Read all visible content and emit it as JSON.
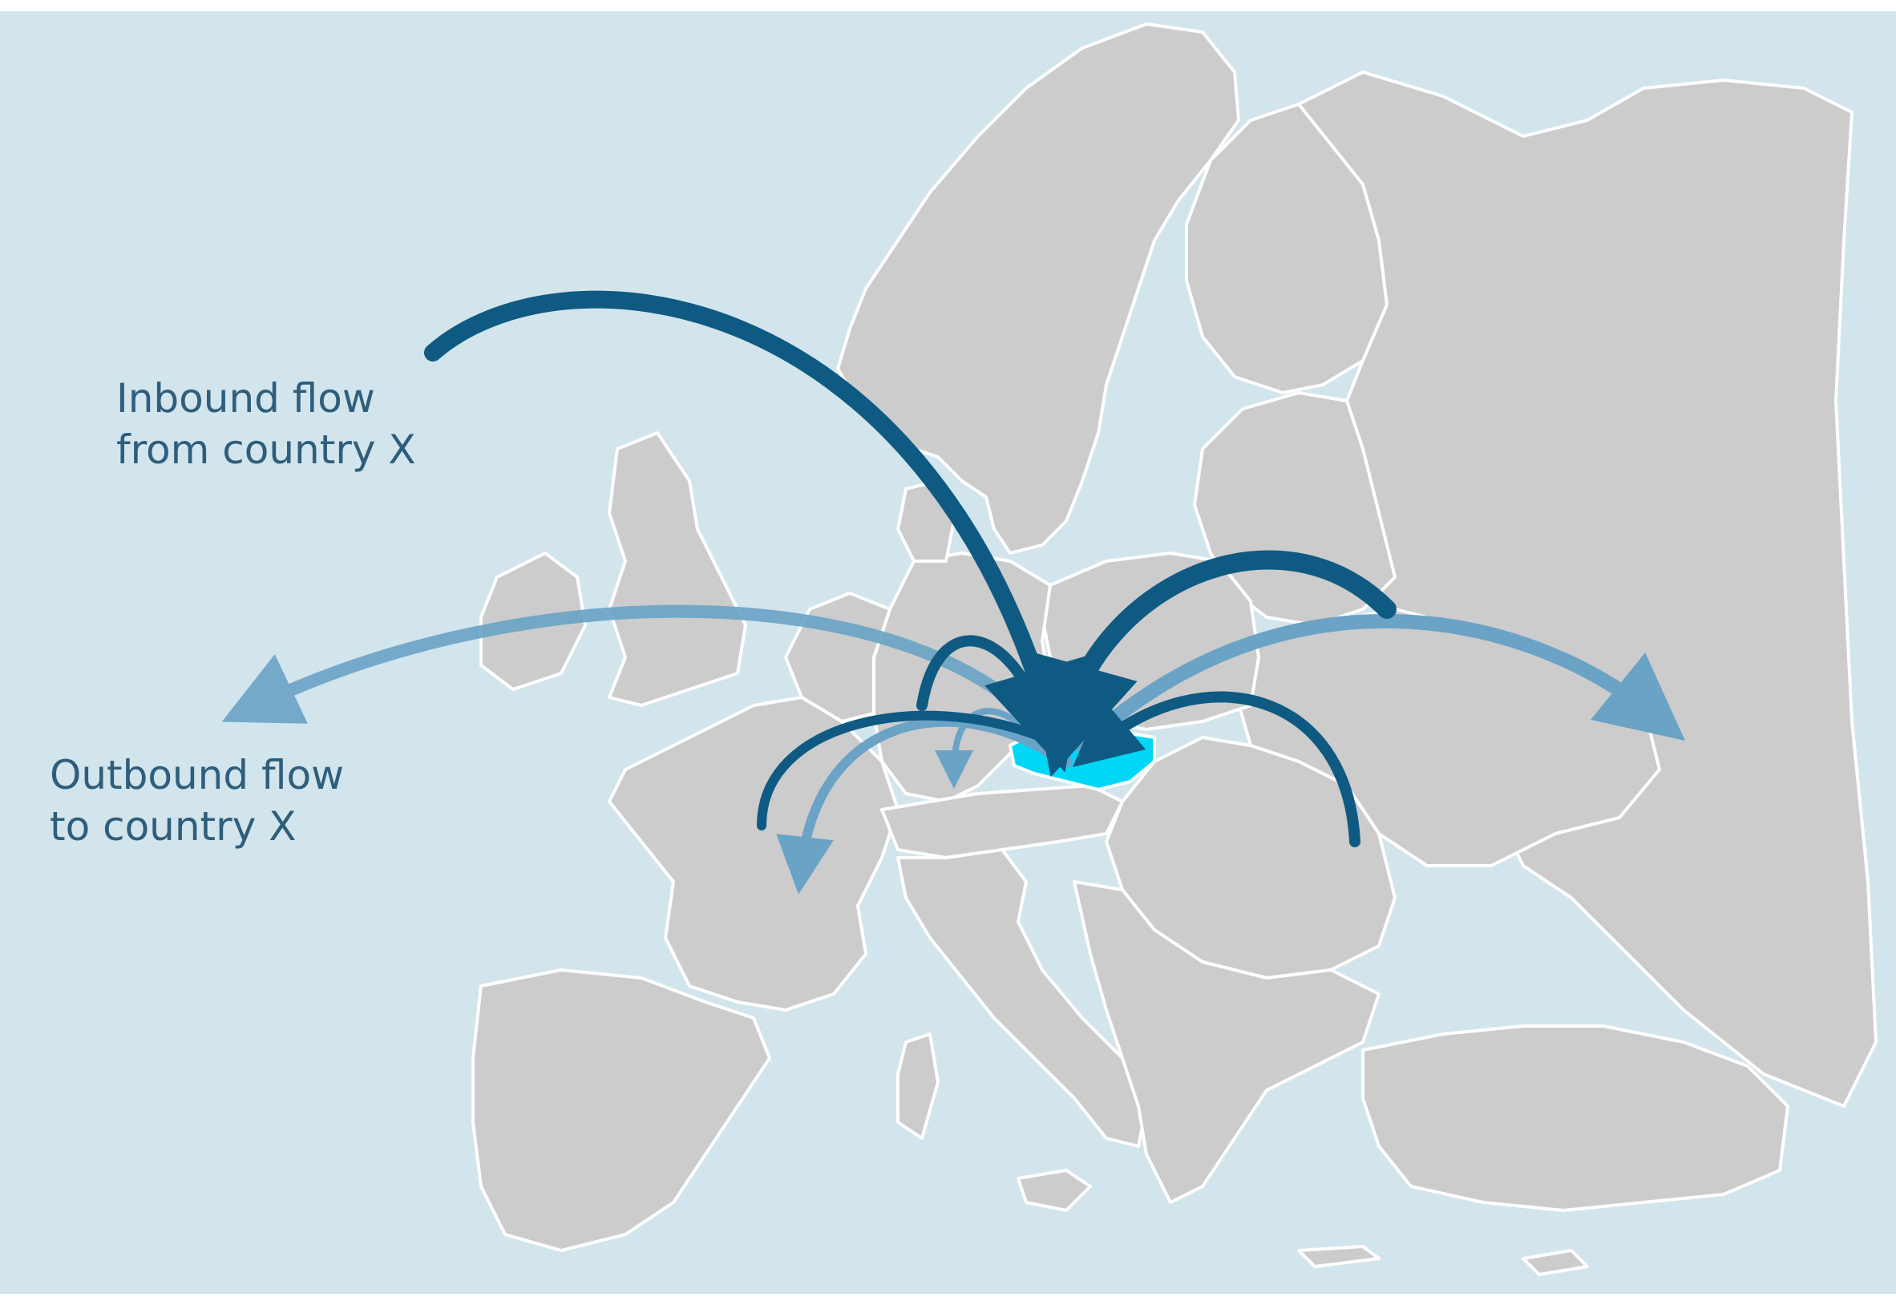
{
  "legend": {
    "inbound": {
      "line1": "Inbound flow",
      "line2": "from country X",
      "color": "#0e5a82"
    },
    "outbound": {
      "line1": "Outbound flow",
      "line2": "to country X",
      "color": "#6aa3c6"
    }
  },
  "colors": {
    "sea": "#d2e4ec",
    "land": "#cccccc",
    "border": "#ffffff",
    "highlight_country": "#00d6f5",
    "inbound_arrow": "#0e5a82",
    "outbound_arrow": "#6aa3c6"
  }
}
